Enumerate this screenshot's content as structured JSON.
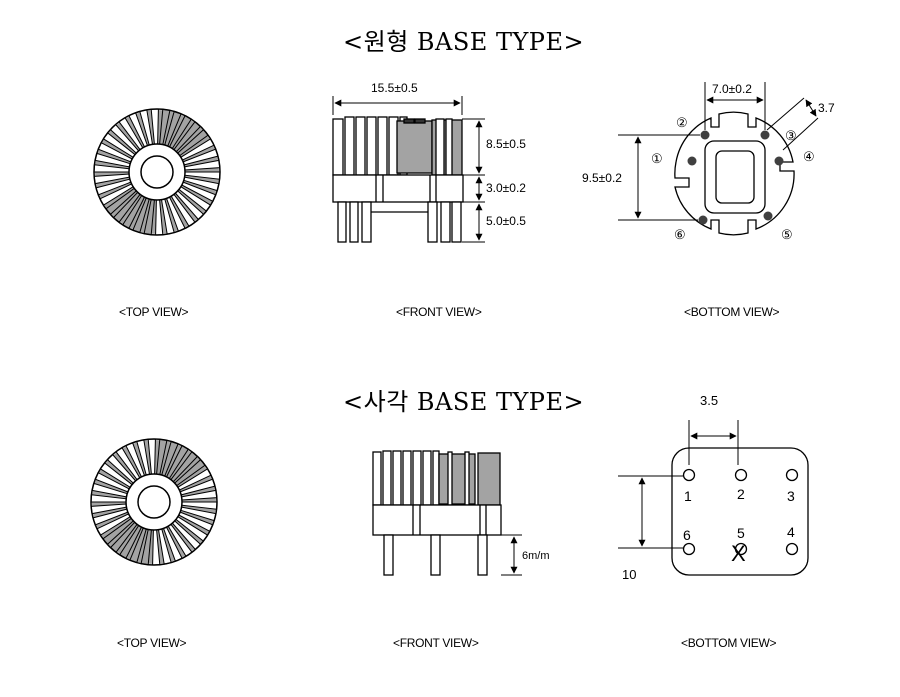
{
  "round_base": {
    "title": "<원형 BASE TYPE>",
    "top_view_caption": "<TOP VIEW>",
    "front_view_caption": "<FRONT VIEW>",
    "bottom_view_caption": "<BOTTOM VIEW>",
    "dims": {
      "width": "15.5±0.5",
      "core_height": "8.5±0.5",
      "base_height": "3.0±0.2",
      "pin_length": "5.0±0.5",
      "pin_spacing_x": "7.0±0.2",
      "pin_spacing_y": "9.5±0.2",
      "pin_offset": "3.7"
    },
    "pins": [
      "①",
      "②",
      "③",
      "④",
      "⑤",
      "⑥"
    ]
  },
  "square_base": {
    "title": "<사각 BASE TYPE>",
    "top_view_caption": "<TOP VIEW>",
    "front_view_caption": "<FRONT VIEW>",
    "bottom_view_caption": "<BOTTOM VIEW>",
    "dims": {
      "pin_length": "6m/m",
      "pin_pitch": "3.5",
      "row_spacing": "10"
    },
    "pins": [
      "1",
      "2",
      "3",
      "4",
      "5",
      "6"
    ],
    "removed_pin_mark": "X"
  },
  "colors": {
    "line": "#000000",
    "fill_gray": "#a3a3a3",
    "pin_dot": "#404040"
  }
}
